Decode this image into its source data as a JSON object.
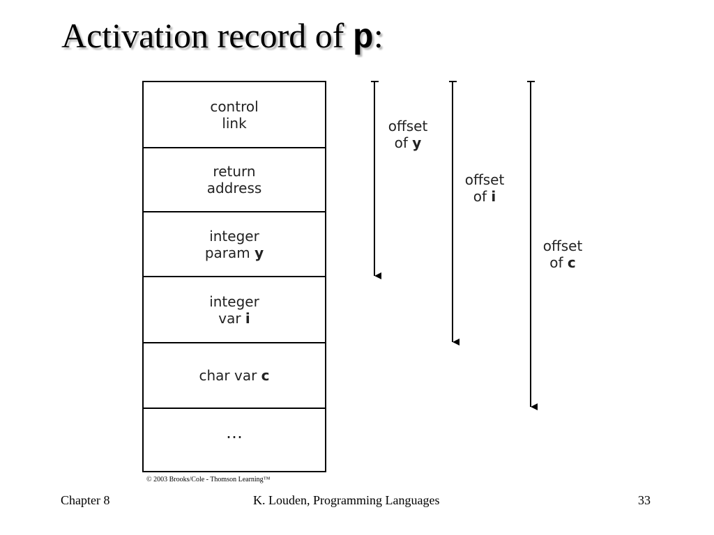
{
  "title": {
    "text": "Activation record of ",
    "code": "p",
    "suffix": ":"
  },
  "record_cells": [
    {
      "line1": "control",
      "line2": "link",
      "var": ""
    },
    {
      "line1": "return",
      "line2": "address",
      "var": ""
    },
    {
      "line1": "integer",
      "line2": "param ",
      "var": "y"
    },
    {
      "line1": "integer",
      "line2": "var ",
      "var": "i"
    },
    {
      "line1": "char var ",
      "line2": "",
      "var": "c"
    },
    {
      "line1": "…",
      "line2": "",
      "var": ""
    }
  ],
  "offsets": [
    {
      "word": "offset",
      "of": "of ",
      "var": "y"
    },
    {
      "word": "offset",
      "of": "of ",
      "var": "i"
    },
    {
      "word": "offset",
      "of": "of ",
      "var": "c"
    }
  ],
  "copyright": "© 2003 Brooks/Cole - Thomson Learning™",
  "footer": {
    "left": "Chapter 8",
    "center": "K. Louden, Programming Languages",
    "right": "33"
  }
}
